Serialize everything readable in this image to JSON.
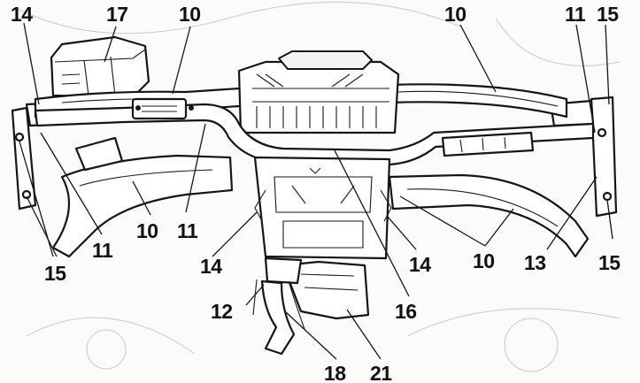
{
  "figure": {
    "background_color": "#fbfbfa",
    "ink_color": "#151515"
  },
  "callouts": [
    {
      "id": "c14a",
      "text": "14"
    },
    {
      "id": "c17",
      "text": "17"
    },
    {
      "id": "c10a",
      "text": "10"
    },
    {
      "id": "c10b",
      "text": "10"
    },
    {
      "id": "c11a",
      "text": "11"
    },
    {
      "id": "c15a",
      "text": "15"
    },
    {
      "id": "c10c",
      "text": "10"
    },
    {
      "id": "c11b",
      "text": "11"
    },
    {
      "id": "c11c",
      "text": "11"
    },
    {
      "id": "c15b",
      "text": "15"
    },
    {
      "id": "c14b",
      "text": "14"
    },
    {
      "id": "c14c",
      "text": "14"
    },
    {
      "id": "c10d",
      "text": "10"
    },
    {
      "id": "c13",
      "text": "13"
    },
    {
      "id": "c15c",
      "text": "15"
    },
    {
      "id": "c12",
      "text": "12"
    },
    {
      "id": "c16",
      "text": "16"
    },
    {
      "id": "c18",
      "text": "18"
    },
    {
      "id": "c21",
      "text": "21"
    }
  ]
}
